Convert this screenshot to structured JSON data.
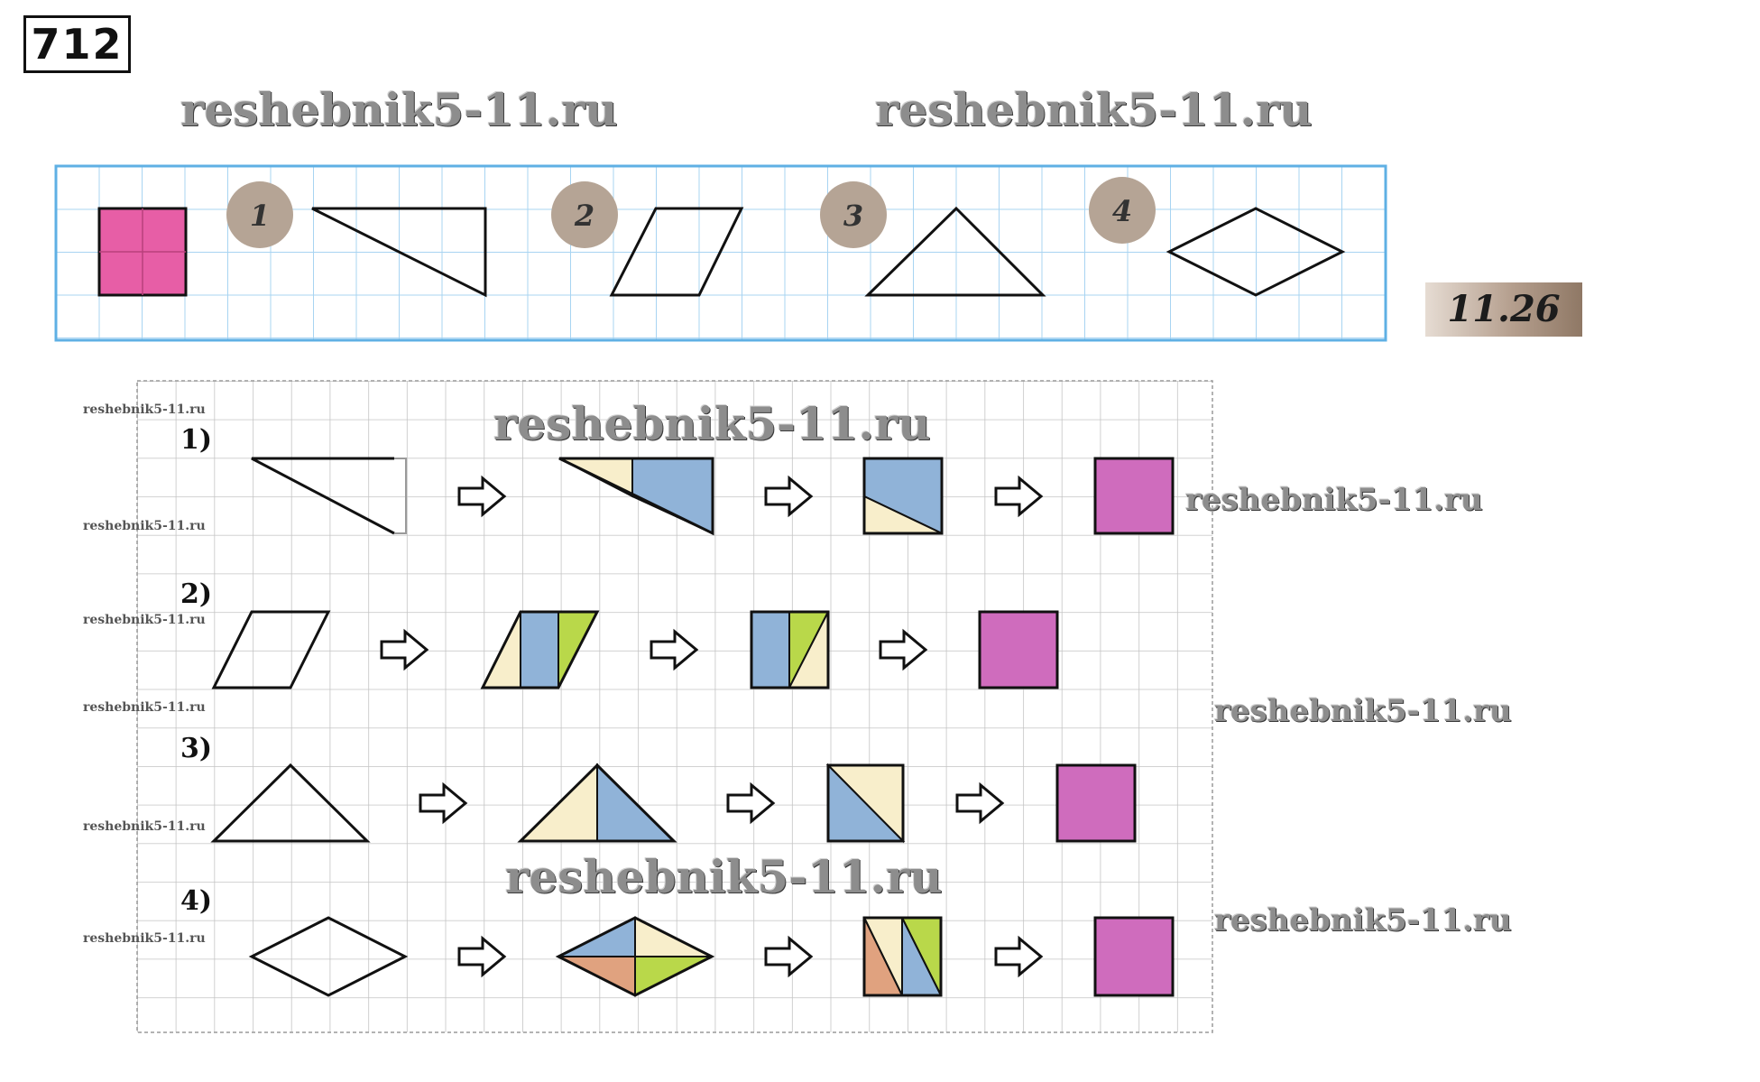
{
  "problem_number": "712",
  "reference_badge": "11.26",
  "watermark": {
    "large": "reshebnik5-11.ru",
    "medium": "reshebnik5-11.ru",
    "small": "reshebnik5-11.ru"
  },
  "task_strip": {
    "figures": [
      {
        "number": "1",
        "shape": "right-triangle"
      },
      {
        "number": "2",
        "shape": "parallelogram"
      },
      {
        "number": "3",
        "shape": "isosceles-triangle"
      },
      {
        "number": "4",
        "shape": "rhombus"
      }
    ]
  },
  "solution": {
    "rows": [
      {
        "label": "1)",
        "shape": "right-triangle"
      },
      {
        "label": "2)",
        "shape": "parallelogram"
      },
      {
        "label": "3)",
        "shape": "isosceles-triangle"
      },
      {
        "label": "4)",
        "shape": "rhombus"
      }
    ]
  },
  "colors": {
    "grid_blue": "#9fd0ef",
    "grid_blue_border": "#5fb0e4",
    "pink_square": "#e75ea6",
    "violet_square": "#cf6cbd",
    "badge_circle": "#b5a495",
    "piece_blue": "#90b3d8",
    "piece_cream": "#f8eecb",
    "piece_green": "#b9d84a",
    "piece_salmon": "#e0a27f",
    "solution_grid": "#bcbcbc"
  },
  "icons": [
    "right-arrow-icon"
  ]
}
